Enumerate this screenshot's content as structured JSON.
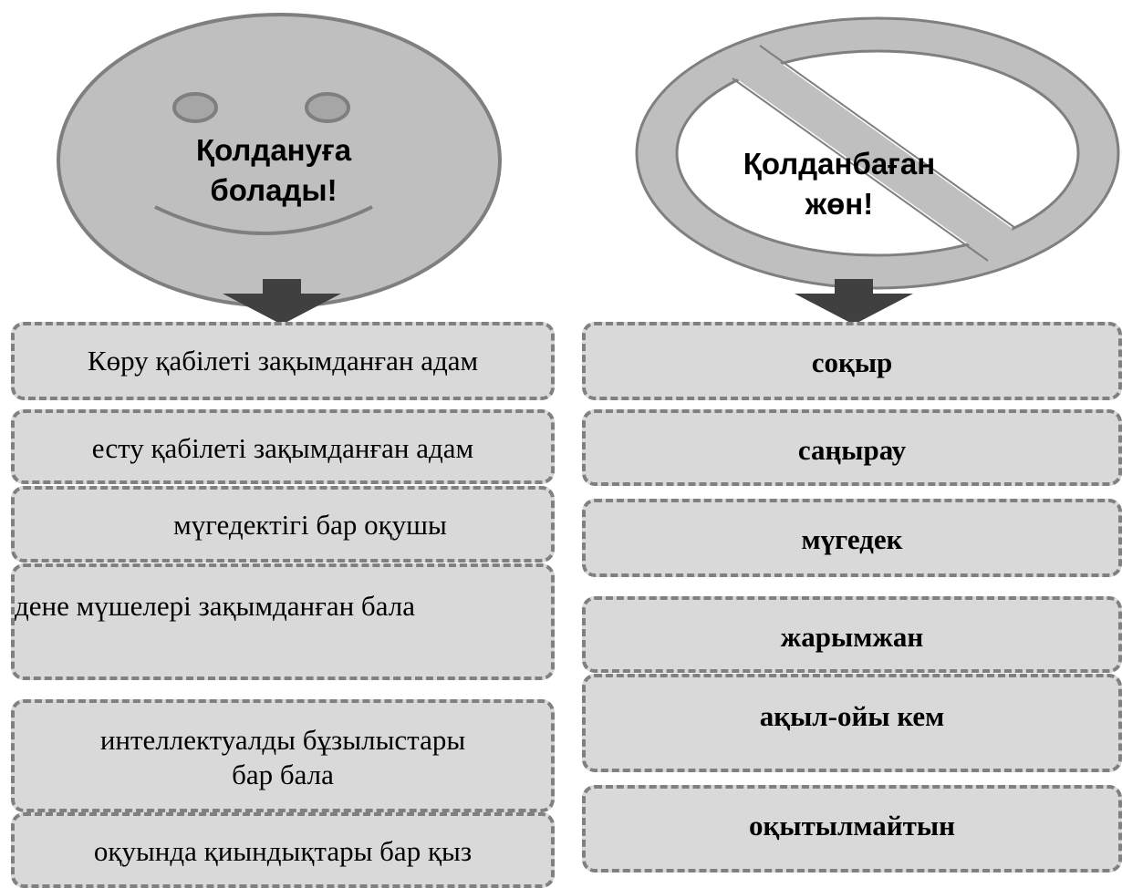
{
  "left": {
    "heading": {
      "line1": "Қолдануға",
      "line2": "болады!"
    },
    "items": [
      {
        "text": "Көру қабілеті зақымданған адам"
      },
      {
        "text": "есту қабілеті зақымданған адам"
      },
      {
        "text": "мүгедектігі бар оқушы"
      },
      {
        "text": "дене мүшелері зақымданған бала"
      },
      {
        "line1": "интеллектуалды бұзылыстары",
        "line2": "бар  бала"
      },
      {
        "text": "оқуында қиындықтары бар қыз"
      }
    ]
  },
  "right": {
    "heading": {
      "line1": "Қолданбаған",
      "line2": "жөн!"
    },
    "items": [
      {
        "text": "соқыр"
      },
      {
        "text": "саңырау"
      },
      {
        "text": "мүгедек"
      },
      {
        "text": "жарымжан"
      },
      {
        "text": "ақыл-ойы кем"
      },
      {
        "text": "оқытылмайтын"
      }
    ]
  },
  "colors": {
    "face_fill": "#bfbfbf",
    "face_stroke": "#7f7f7f",
    "box_fill": "#d9d9d9",
    "box_border": "#808080",
    "arrow": "#404040"
  }
}
